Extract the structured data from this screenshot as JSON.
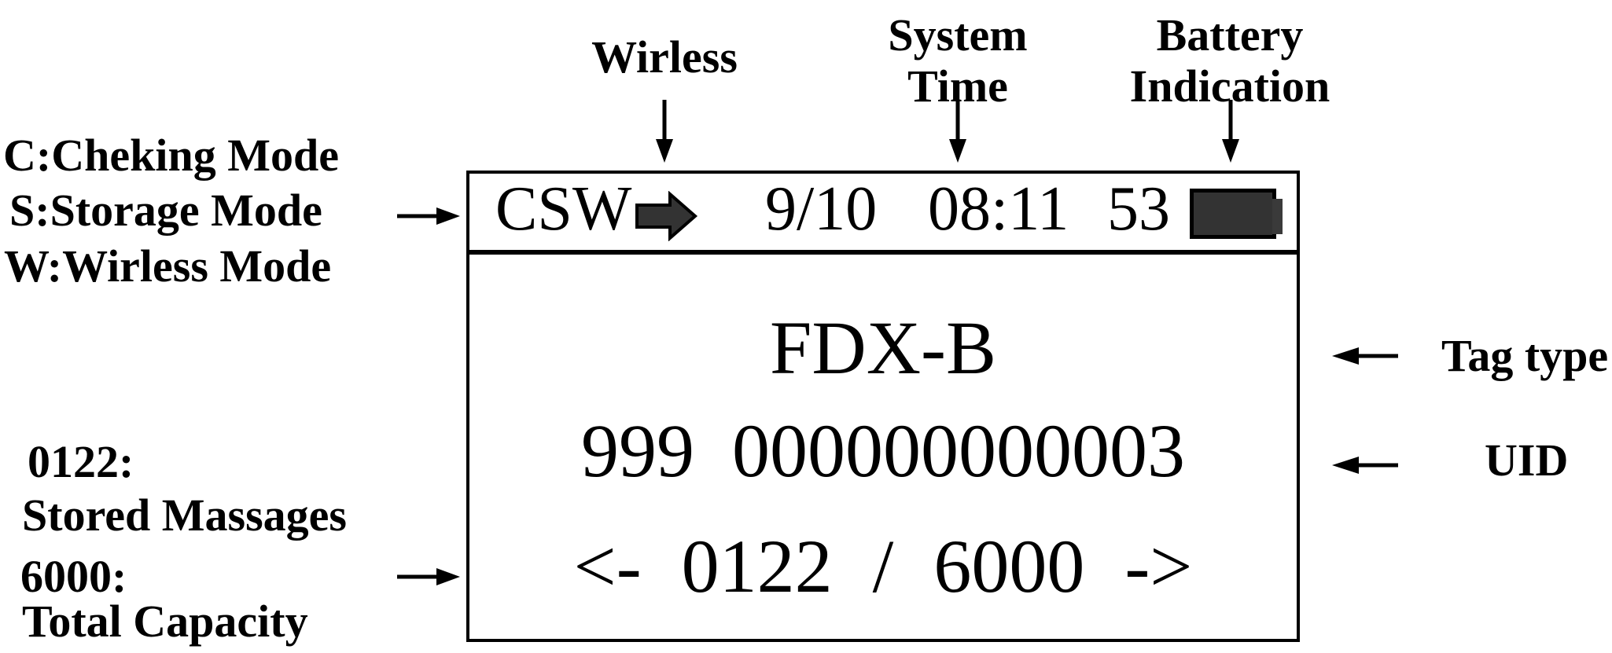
{
  "display": {
    "status_bar": {
      "modes": "CSW",
      "date": "9/10",
      "time": "08:11",
      "battery_percent": "53"
    },
    "tag_type": "FDX-B",
    "uid": "999  000000000003",
    "counter": "<- 0122 / 6000 ->"
  },
  "callouts": {
    "wireless": {
      "label": "Wirless"
    },
    "system_time": {
      "line1": "System",
      "line2": "Time"
    },
    "battery": {
      "line1": "Battery",
      "line2": "Indication"
    },
    "modes": {
      "lines": [
        "C:Cheking Mode",
        "S:Storage Mode",
        "W:Wirless Mode"
      ]
    },
    "storage": {
      "stored_value": "0122:",
      "stored_label": "Stored Massages",
      "capacity_value": "6000:",
      "capacity_label": "Total Capacity"
    },
    "tag_type": {
      "label": "Tag type"
    },
    "uid": {
      "label": "UID"
    }
  },
  "icons": {
    "status_arrow": "block-right-arrow",
    "battery": "battery-level-solid",
    "callout_pointers": "thin-line-arrow"
  },
  "colors": {
    "ink": "#000000",
    "icon_fill": "#333333",
    "background": "#ffffff"
  }
}
